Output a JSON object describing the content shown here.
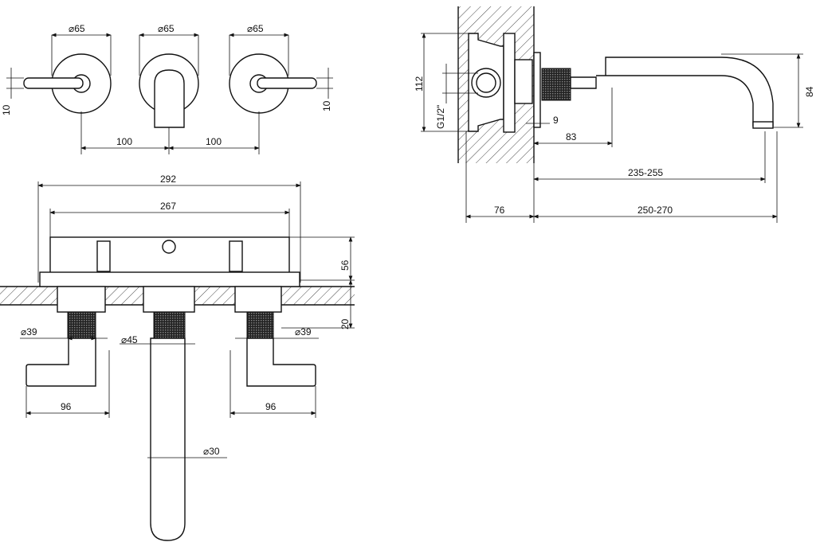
{
  "front_view": {
    "diameters": [
      "⌀65",
      "⌀65",
      "⌀65"
    ],
    "offset_left": "10",
    "offset_right": "10",
    "spacing": [
      "100",
      "100"
    ]
  },
  "top_view": {
    "overall_width": "292",
    "body_width": "267",
    "body_height": "56",
    "wall_depth": "20",
    "left_knob_diameter": "⌀39",
    "center_diameter": "⌀45",
    "right_knob_diameter": "⌀39",
    "left_handle_length": "96",
    "right_handle_length": "96",
    "spout_diameter": "⌀30"
  },
  "side_view": {
    "box_height": "112",
    "thread": "G1/2\"",
    "flange": "9",
    "knurl_offset": "83",
    "spout_drop": "84",
    "spout_reach": "235-255",
    "embed_depth": "76",
    "total_reach": "250-270"
  }
}
